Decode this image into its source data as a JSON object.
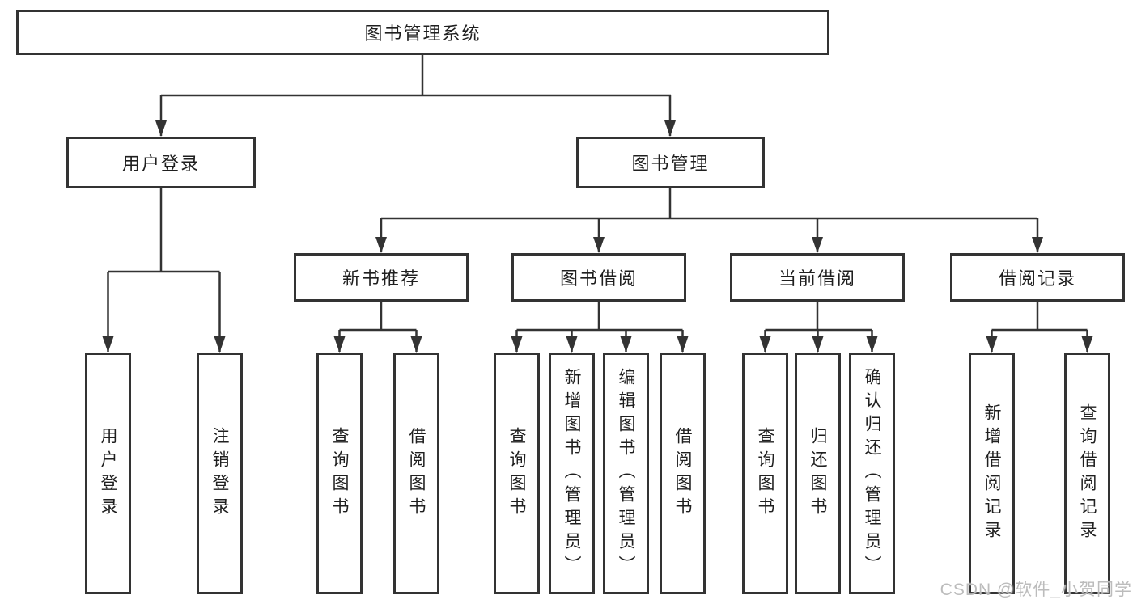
{
  "diagram": {
    "type": "tree",
    "root": {
      "label": "图书管理系统"
    },
    "branches": [
      {
        "label": "用户登录",
        "children": [
          {
            "label": "用户登录"
          },
          {
            "label": "注销登录"
          }
        ]
      },
      {
        "label": "图书管理",
        "children": [
          {
            "label": "新书推荐",
            "children": [
              {
                "label": "查询图书"
              },
              {
                "label": "借阅图书"
              }
            ]
          },
          {
            "label": "图书借阅",
            "children": [
              {
                "label": "查询图书"
              },
              {
                "label": "新增图书（管理员）"
              },
              {
                "label": "编辑图书（管理员）"
              },
              {
                "label": "借阅图书"
              }
            ]
          },
          {
            "label": "当前借阅",
            "children": [
              {
                "label": "查询图书"
              },
              {
                "label": "归还图书"
              },
              {
                "label": "确认归还（管理员）"
              }
            ]
          },
          {
            "label": "借阅记录",
            "children": [
              {
                "label": "新增借阅记录"
              },
              {
                "label": "查询借阅记录"
              }
            ]
          }
        ]
      }
    ]
  },
  "colors": {
    "line": "#333333",
    "text": "#1f1f1f",
    "watermark": "#b6b6b6"
  },
  "watermark": {
    "text": "CSDN @软件_小贺同学"
  }
}
